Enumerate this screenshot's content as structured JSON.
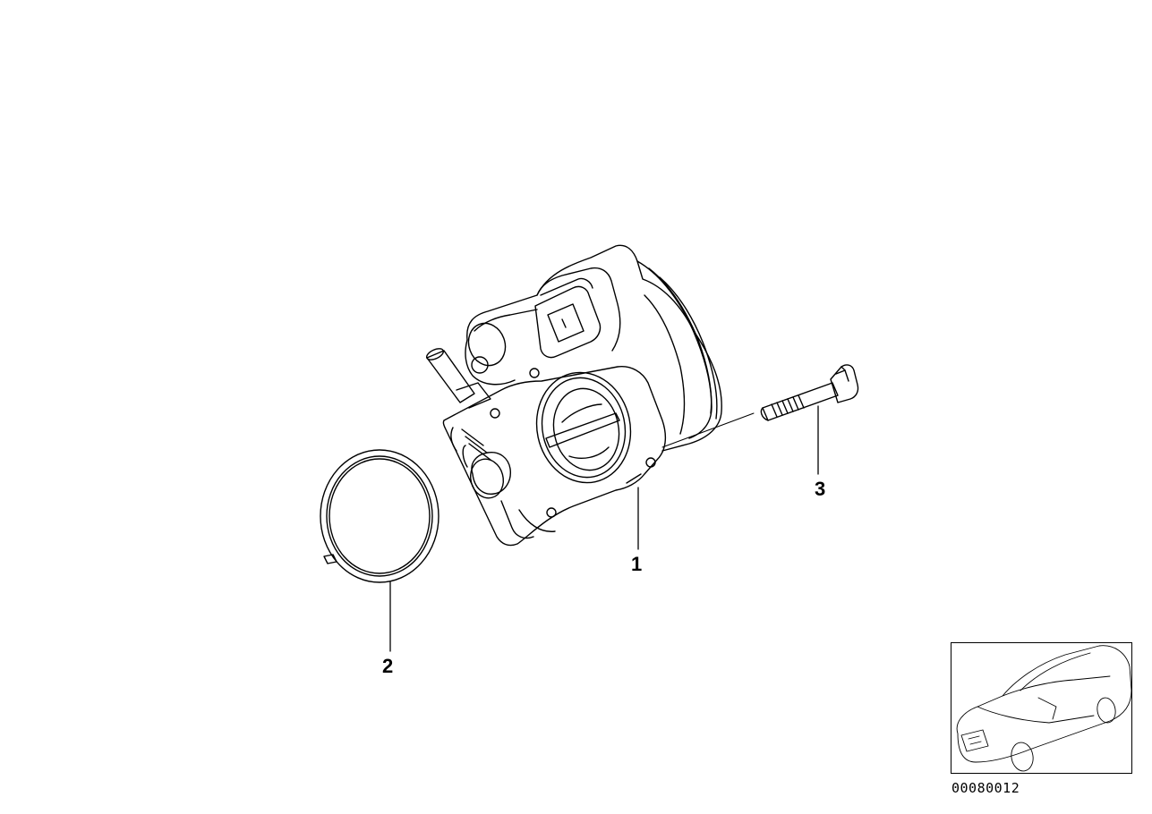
{
  "callouts": {
    "part_1": "1",
    "part_2": "2",
    "part_3": "3"
  },
  "diagram_number": "00080012",
  "parts": [
    {
      "number": "1",
      "icon": "throttle-body-icon"
    },
    {
      "number": "2",
      "icon": "gasket-ring-icon"
    },
    {
      "number": "3",
      "icon": "bolt-icon"
    }
  ],
  "thumbnail": {
    "icon": "vehicle-thumbnail-icon"
  },
  "colors": {
    "line": "#000000",
    "background": "#ffffff"
  }
}
